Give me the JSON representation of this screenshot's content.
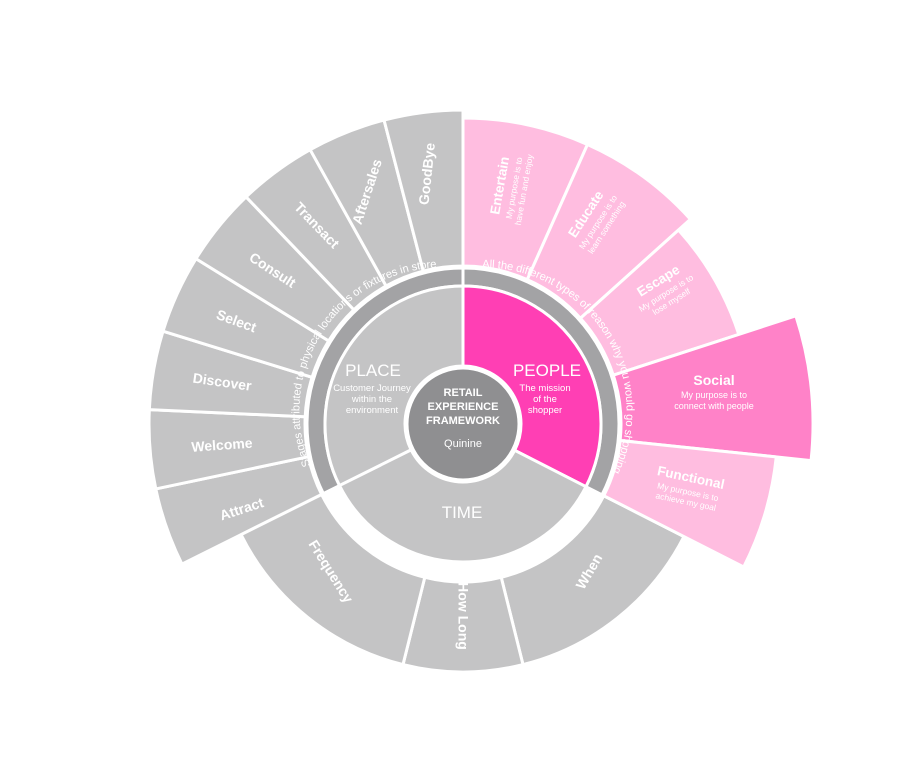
{
  "center": {
    "line1": "RETAIL",
    "line2": "EXPERIENCE",
    "line3": "FRAMEWORK",
    "brand": "Quinine"
  },
  "pillars": {
    "place": {
      "title": "PLACE",
      "sub1": "Customer Journey",
      "sub2": "within the",
      "sub3": "environment"
    },
    "people": {
      "title": "PEOPLE",
      "sub1": "The mission",
      "sub2": "of the",
      "sub3": "shopper"
    },
    "time": {
      "title": "TIME"
    }
  },
  "bands": {
    "place": "Stages attributed to physical locations or fixtures in store",
    "people": "All the different types of reason why you would go shopping"
  },
  "place_stages": [
    "Attract",
    "Welcome",
    "Discover",
    "Select",
    "Consult",
    "Transact",
    "Aftersales",
    "GoodBye"
  ],
  "time_stages": [
    "Frequency",
    "How Long",
    "When"
  ],
  "people_reasons": [
    {
      "title": "Entertain",
      "line1": "My purpose is to",
      "line2": "have fun and enjoy"
    },
    {
      "title": "Educate",
      "line1": "My purpose is to",
      "line2": "learn something"
    },
    {
      "title": "Escape",
      "line1": "My purpose is to",
      "line2": "lose myself"
    },
    {
      "title": "Social",
      "line1": "My purpose is to",
      "line2": "connect with people"
    },
    {
      "title": "Functional",
      "line1": "My purpose is to",
      "line2": "achieve my goal"
    }
  ],
  "colors": {
    "grey": "#c4c4c5",
    "dark_grey": "#8f8f91",
    "band_grey": "#a3a3a5",
    "magenta": "#ff3fb4",
    "pink_light": "#ffbde0",
    "pink_mid": "#ff82c8"
  }
}
